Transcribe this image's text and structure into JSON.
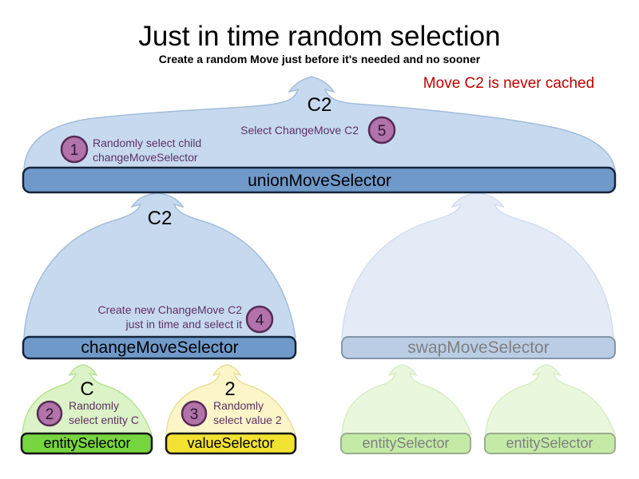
{
  "title": "Just in time random selection",
  "subtitle": "Create a random Move just before it's needed and no sooner",
  "note": "Move C2 is never cached",
  "labels": {
    "union": "unionMoveSelector",
    "change": "changeMoveSelector",
    "swap": "swapMoveSelector",
    "entity": "entitySelector",
    "value": "valueSelector",
    "entity_faded_1": "entitySelector",
    "entity_faded_2": "entitySelector",
    "move_top": "C2",
    "move_mid": "C2",
    "entity_c": "C",
    "value_2": "2"
  },
  "steps": [
    {
      "num": "1",
      "line1": "Randomly select child",
      "line2": "changeMoveSelector"
    },
    {
      "num": "2",
      "line1": "Randomly",
      "line2": "select entity C"
    },
    {
      "num": "3",
      "line1": "Randomly",
      "line2": "select value 2"
    },
    {
      "num": "4",
      "line1": "Create new ChangeMove C2",
      "line2": "just in time and select it"
    },
    {
      "num": "5",
      "line1": "Select ChangeMove C2"
    }
  ],
  "colors": {
    "background": "#ffffff",
    "bar_blue": "#6f99c9",
    "bar_blue_faded": "#bacde5",
    "mound_blue": "#c6d9ee",
    "mound_blue_faded": "#e4ebf6",
    "green": "#77d540",
    "green_faded": "#c3eba6",
    "yellow": "#f2e232",
    "mound_green": "#dbf3c6",
    "mound_green_faded": "#e9f7dd",
    "mound_yellow": "#fbf5c8",
    "circle_fill": "#b173a9",
    "circle_stroke": "#572b57",
    "annotation_purple": "#5f3166",
    "note_red": "#c00000",
    "faded_text": "#808080"
  }
}
